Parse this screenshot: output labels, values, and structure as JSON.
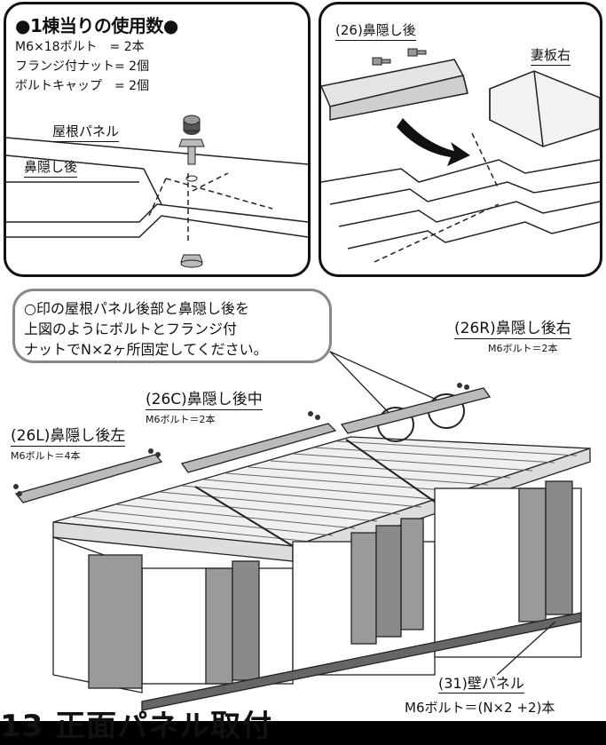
{
  "usage": {
    "title": "●1棟当りの使用数●",
    "rows": [
      "M6×18ボルト　= 2本",
      "フランジ付ナット= 2個",
      "ボルトキャップ　= 2個"
    ]
  },
  "left_detail": {
    "roof_panel_label": "屋根パネル",
    "nose_label": "鼻隠し後"
  },
  "right_detail": {
    "nose_label": "(26)鼻隠し後",
    "end_plate_label": "妻板右"
  },
  "callout": {
    "lines": [
      "○印の屋根パネル後部と鼻隠し後を",
      "上図のようにボルトとフランジ付",
      "ナットでN×2ヶ所固定してください。"
    ]
  },
  "parts": {
    "right": {
      "title": "(26R)鼻隠し後右",
      "sub": "M6ボルト＝2本"
    },
    "center": {
      "title": "(26C)鼻隠し後中",
      "sub": "M6ボルト＝2本"
    },
    "left": {
      "title": "(26L)鼻隠し後左",
      "sub": "M6ボルト＝4本"
    }
  },
  "wall_label": "(31)壁パネル",
  "footer": {
    "title": "13 正面パネル取付",
    "bolt_note": "M6ボルト＝(N×2 +2)本"
  }
}
